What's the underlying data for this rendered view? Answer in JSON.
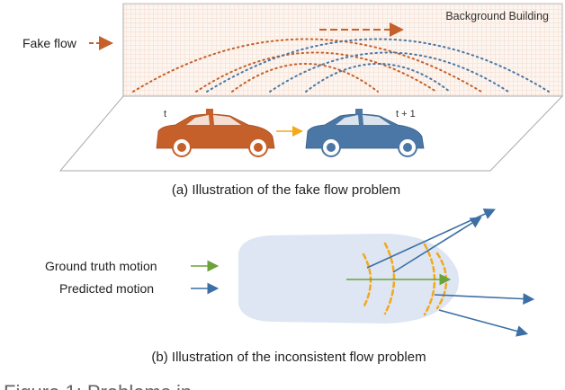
{
  "panel_a": {
    "building_label": "Background Building",
    "fake_flow_label": "Fake flow",
    "car_t_label": "t",
    "car_t1_label": "t + 1",
    "caption": "(a) Illustration of the fake flow problem"
  },
  "panel_b": {
    "legend_gt": "Ground truth motion",
    "legend_pred": "Predicted motion",
    "caption": "(b) Illustration of the inconsistent flow problem"
  },
  "footer_partial": "Figure 1: Problems in ...",
  "colors": {
    "orange": "#c5602a",
    "blue": "#4a77a5",
    "green": "#6ba23a",
    "yellow": "#f4a81c",
    "car_body_light": "#dde6f2"
  }
}
